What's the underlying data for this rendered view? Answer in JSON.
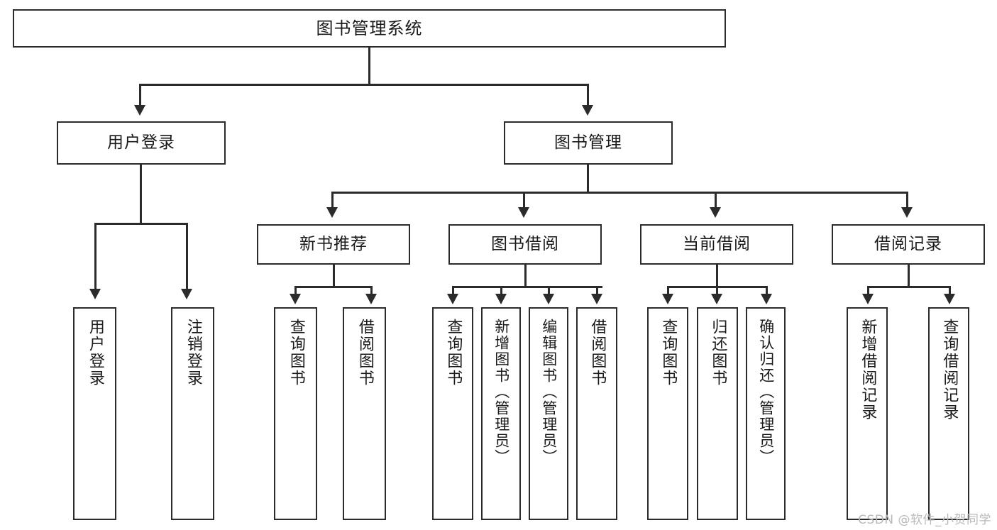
{
  "diagram": {
    "type": "tree-hierarchy",
    "title": "图书管理系统",
    "watermark": "CSDN @软件_小贺同学",
    "colors": {
      "line": "#2b2b2b",
      "box_border": "#2b2b2b",
      "box_fill": "#ffffff",
      "text": "#1a1a1a",
      "watermark": "#b9b9b9"
    },
    "nodes": {
      "root": {
        "label": "图书管理系统"
      },
      "level2": [
        {
          "label": "用户登录"
        },
        {
          "label": "图书管理"
        }
      ],
      "level3": [
        {
          "label": "新书推荐"
        },
        {
          "label": "图书借阅"
        },
        {
          "label": "当前借阅"
        },
        {
          "label": "借阅记录"
        }
      ],
      "leaves": {
        "user_login": [
          {
            "label": "用户登录"
          },
          {
            "label": "注销登录"
          }
        ],
        "new_book": [
          {
            "label": "查询图书"
          },
          {
            "label": "借阅图书"
          }
        ],
        "book_borrow": [
          {
            "label": "查询图书"
          },
          {
            "label": "新增图书（管理员）"
          },
          {
            "label": "编辑图书（管理员）"
          },
          {
            "label": "借阅图书"
          }
        ],
        "current_borrow": [
          {
            "label": "查询图书"
          },
          {
            "label": "归还图书"
          },
          {
            "label": "确认归还（管理员）"
          }
        ],
        "borrow_record": [
          {
            "label": "新增借阅记录"
          },
          {
            "label": "查询借阅记录"
          }
        ]
      }
    }
  }
}
